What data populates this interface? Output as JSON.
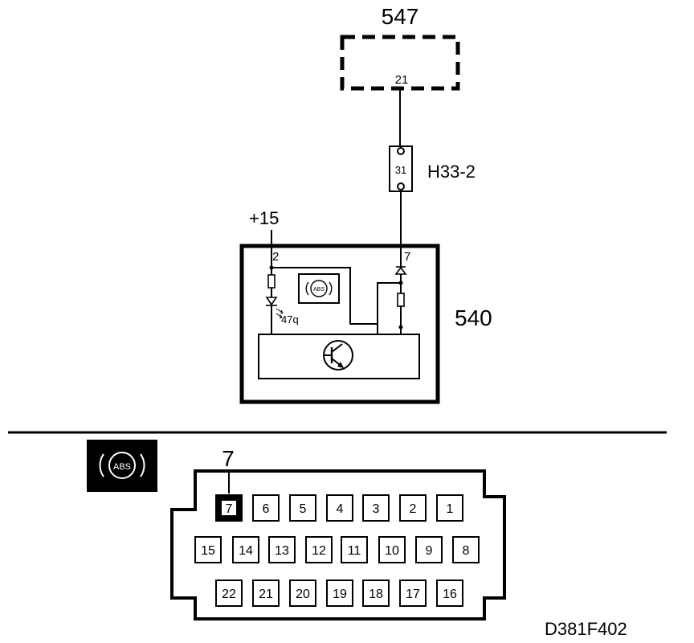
{
  "diagram": {
    "component_547": "547",
    "pin_547": "21",
    "connector_label": "H33-2",
    "connector_pin": "31",
    "supply_label": "+15",
    "component_540": "540",
    "pin_left": "2",
    "pin_right": "7",
    "lamp_code": "47q",
    "abs_text": "ABS",
    "highlighted_pin": "7",
    "drawing_code": "D381F402"
  },
  "connector": {
    "row1": [
      "7",
      "6",
      "5",
      "4",
      "3",
      "2",
      "1"
    ],
    "row2": [
      "15",
      "14",
      "13",
      "12",
      "11",
      "10",
      "9",
      "8"
    ],
    "row3": [
      "22",
      "21",
      "20",
      "19",
      "18",
      "17",
      "16"
    ]
  }
}
